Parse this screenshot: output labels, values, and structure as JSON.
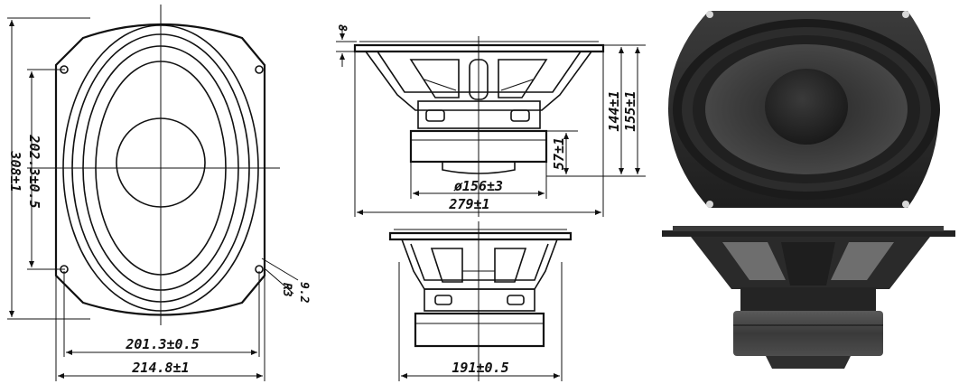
{
  "front_view": {
    "mount_width": "201.3±0.5",
    "outer_width": "214.8±1",
    "mount_height": "202.3±0.5",
    "outer_height": "308±1",
    "hole_diameter": "9.2",
    "corner_radius": "R3"
  },
  "side_view": {
    "flange_thickness": "8",
    "depth_total": "155±1",
    "depth_to_magnet": "144±1",
    "magnet_height": "57±1",
    "magnet_diameter": "ø156±3",
    "overall_length": "279±1"
  },
  "short_side_view": {
    "width": "191±0.5"
  },
  "photos": {
    "front_photo": "speaker-front-photo",
    "side_photo": "speaker-side-photo"
  }
}
